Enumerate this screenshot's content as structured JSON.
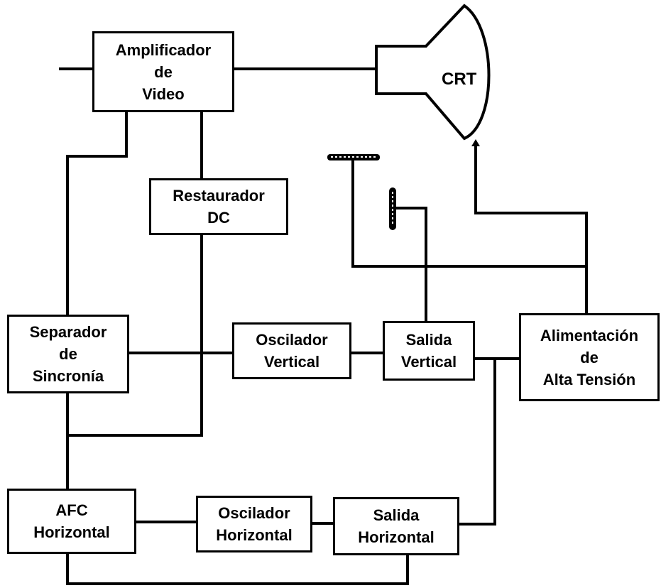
{
  "diagram": {
    "blocks": {
      "video_amp": [
        "Amplificador",
        "de",
        "Video"
      ],
      "dc_restorer": [
        "Restaurador",
        "DC"
      ],
      "sync_separator": [
        "Separador",
        "de",
        "Sincronía"
      ],
      "vertical_osc": [
        "Oscilador",
        "Vertical"
      ],
      "vertical_out": [
        "Salida",
        "Vertical"
      ],
      "high_voltage": [
        "Alimentación",
        "de",
        "Alta Tensión"
      ],
      "afc_horizontal": [
        "AFC",
        "Horizontal"
      ],
      "horizontal_osc": [
        "Oscilador",
        "Horizontal"
      ],
      "horizontal_out": [
        "Salida",
        "Horizontal"
      ]
    },
    "crt_label": "CRT",
    "colors": {
      "ink": "#000000",
      "background": "#ffffff"
    }
  }
}
